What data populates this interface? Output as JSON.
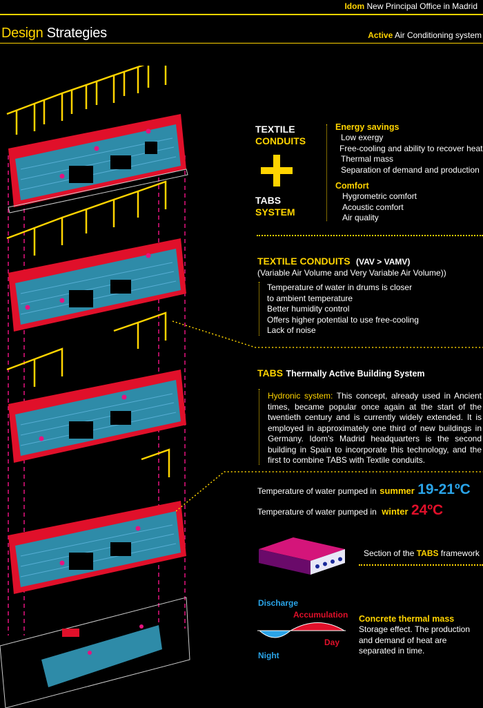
{
  "header": {
    "brand": "Idom",
    "project": "New Principal Office in Madrid",
    "title_accent": "Design",
    "title_rest": "Strategies",
    "section_accent": "Active",
    "section_rest": "Air Conditioning system"
  },
  "combo": {
    "top_line1": "TEXTILE",
    "top_line2": "CONDUITS",
    "bottom_line1": "TABS",
    "bottom_line2": "SYSTEM",
    "plus": "+"
  },
  "benefits": {
    "energy_title": "Energy savings",
    "energy_items": [
      "Low exergy",
      "Free-cooling and ability to recover heat",
      "Thermal mass",
      "Separation of demand and production"
    ],
    "comfort_title": "Comfort",
    "comfort_items": [
      "Hygrometric comfort",
      "Acoustic comfort",
      "Air quality"
    ]
  },
  "textile": {
    "title": "TEXTILE CONDUITS",
    "subtitle": "(VAV > VAMV)",
    "explain": "(Variable Air Volume and Very Variable Air Volume))",
    "items": [
      "Temperature of water in drums is closer",
      "to ambient temperature",
      "Better humidity control",
      "Offers higher potential to use free-cooling",
      "Lack of noise"
    ]
  },
  "tabs": {
    "title_accent": "TABS",
    "title_rest": "Thermally Active Building System",
    "hydronic_label": "Hydronic system:",
    "paragraph": "This concept, already used in Ancient times, became popular once again at the start of the twentieth century and is currently widely extended. It is employed in approximately one third of new buildings in Germany. Idom's Madrid headquarters is the second building in Spain to incorporate this technology, and the first to combine TABS with Textile conduits."
  },
  "temps": {
    "summer_prefix": "Temperature of water pumped in",
    "summer_word": "summer",
    "summer_value": "19-21ºC",
    "winter_prefix": "Temperature of water pumped in",
    "winter_word": "winter",
    "winter_value": "24ºC"
  },
  "section": {
    "prefix": "Section of the",
    "accent": "TABS",
    "suffix": "framework"
  },
  "mass": {
    "discharge": "Discharge",
    "accumulation": "Accumulation",
    "night": "Night",
    "day": "Day",
    "title": "Concrete thermal mass",
    "text": "Storage effect.  The production and demand of heat are separated in time."
  },
  "colors": {
    "accent": "#ffd400",
    "cool": "#2aa4e8",
    "warm": "#e0102a",
    "floor": "#2e8ba8",
    "magenta": "#e5137f"
  }
}
